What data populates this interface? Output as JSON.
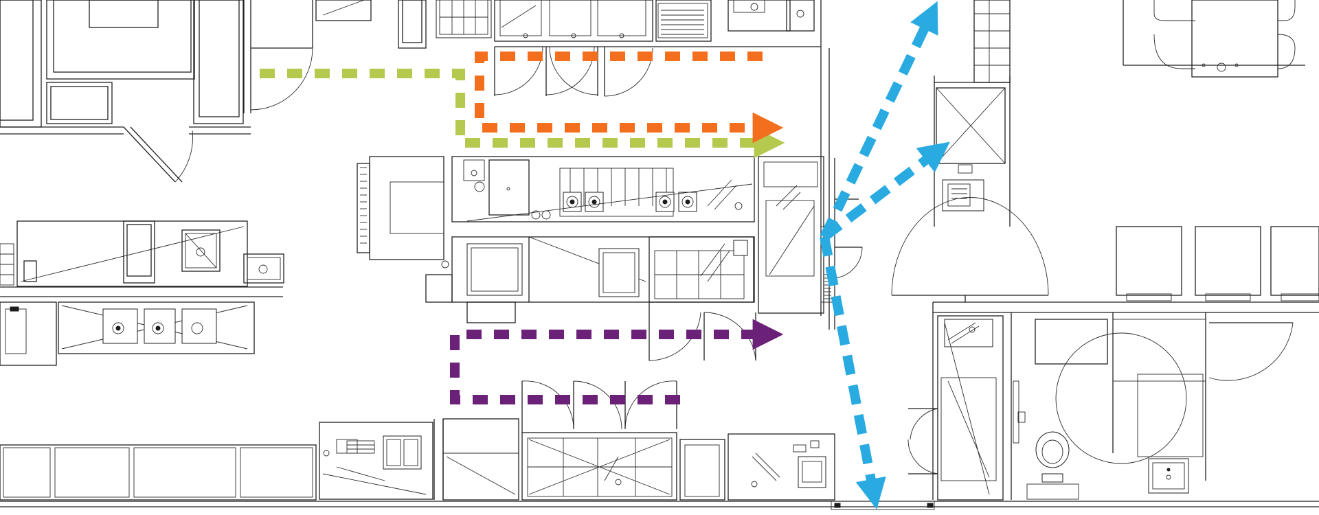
{
  "diagram": {
    "type": "kitchen-floor-plan",
    "flows": [
      {
        "id": "flow-olive",
        "color": "#b5c94f"
      },
      {
        "id": "flow-orange",
        "color": "#f36f1e"
      },
      {
        "id": "flow-purple",
        "color": "#6b2178"
      },
      {
        "id": "flow-blue",
        "color": "#29abe2"
      }
    ],
    "line_color": "#1f1f1f",
    "background": "#ffffff"
  }
}
